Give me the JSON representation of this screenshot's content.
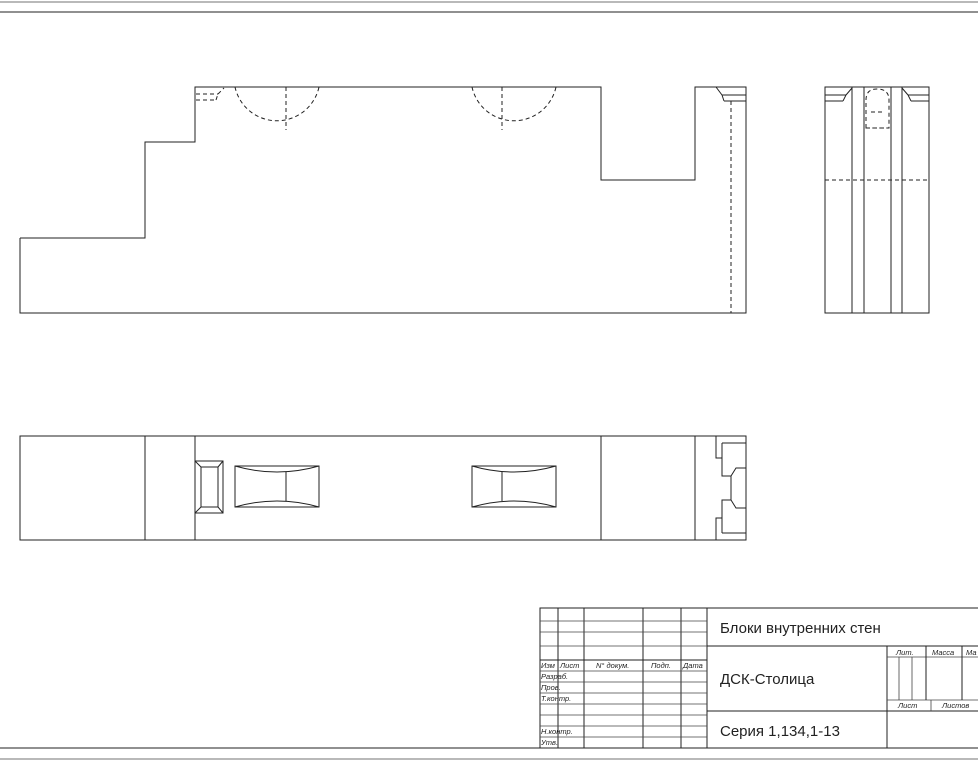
{
  "title_block": {
    "title": "Блоки внутренних стен",
    "organization": "ДСК-Столица",
    "series": "Серия 1,134,1-13",
    "col_headers": {
      "izm": "Изм",
      "list": "Лист",
      "doc": "N° докум.",
      "sign": "Подп.",
      "date": "Дата"
    },
    "row_labels": {
      "razrab": "Разраб.",
      "prov": "Пров.",
      "tkontr": "Т.контр.",
      "nkontr": "Н.контр.",
      "utv": "Утв."
    },
    "lit": "Лит.",
    "massa": "Масса",
    "masshtab": "Ма",
    "sheet": "Лист",
    "sheets": "Листов"
  }
}
